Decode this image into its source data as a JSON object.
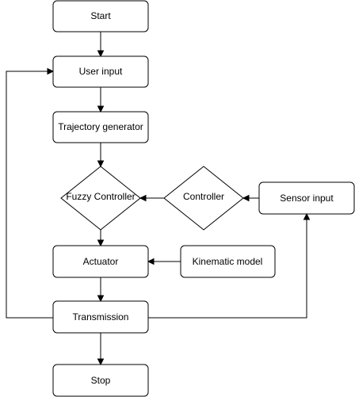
{
  "nodes": {
    "start": "Start",
    "user_input": "User input",
    "trajectory_generator": "Trajectory generator",
    "fuzzy_controller": "Fuzzy Controller",
    "controller": "Controller",
    "sensor_input": "Sensor input",
    "actuator": "Actuator",
    "kinematic_model": "Kinematic model",
    "transmission": "Transmission",
    "stop": "Stop"
  },
  "edges": [
    {
      "from": "start",
      "to": "user_input"
    },
    {
      "from": "user_input",
      "to": "trajectory_generator"
    },
    {
      "from": "trajectory_generator",
      "to": "fuzzy_controller"
    },
    {
      "from": "sensor_input",
      "to": "controller"
    },
    {
      "from": "controller",
      "to": "fuzzy_controller"
    },
    {
      "from": "fuzzy_controller",
      "to": "actuator"
    },
    {
      "from": "kinematic_model",
      "to": "actuator"
    },
    {
      "from": "actuator",
      "to": "transmission"
    },
    {
      "from": "transmission",
      "to": "stop"
    },
    {
      "from": "transmission",
      "to": "user_input"
    },
    {
      "from": "transmission",
      "to": "sensor_input"
    }
  ]
}
